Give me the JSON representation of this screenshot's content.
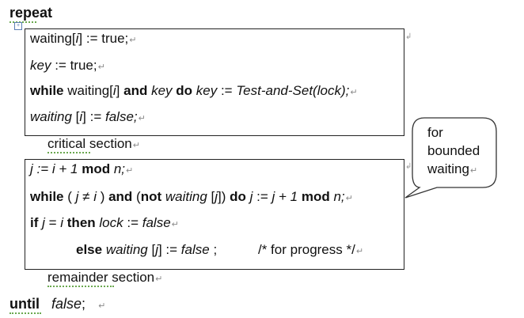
{
  "repeat_kw": "repeat",
  "box1": {
    "line1": {
      "a": "waiting[",
      "i": "i",
      "b": "] := true;"
    },
    "line2": {
      "key": "key",
      "b": " := true;"
    },
    "line3": {
      "while": "while",
      "waiting": " waiting[",
      "i": "i",
      "close": "] ",
      "and": "and",
      "key": " key ",
      "do": "do",
      "key2": " key",
      "assign": " := ",
      "tas": "Test-and-Set(lock);"
    },
    "line4": {
      "a": "waiting",
      "b": " [",
      "i": "i",
      "c": "] := ",
      "false": "false;"
    }
  },
  "critical": {
    "word": "critical",
    "rest": " section"
  },
  "box2": {
    "line1": {
      "j": "j",
      "assign": " := ",
      "i": "i",
      "plus": " + 1 ",
      "mod": "mod",
      "n": " n;"
    },
    "line2": {
      "while": "while",
      "open": " ( ",
      "j": "j",
      "neq": " ≠ ",
      "i": "i",
      "close": " ) ",
      "and": "and",
      "paren": " (",
      "not": "not",
      "waiting": " waiting",
      "br": " [",
      "j2": "j",
      "brc": "]) ",
      "do": "do",
      "j3": " j",
      "assign": " := ",
      "j4": "j",
      "plus": " + 1 ",
      "mod": "mod",
      "n": " n;"
    },
    "line3": {
      "if": "if",
      "j": " j",
      "eq": " = ",
      "i": "i",
      "then": " then",
      "lock": " lock",
      "assign": " := ",
      "false": "false"
    },
    "line4": {
      "else": "else",
      "waiting": " waiting",
      "br": " [",
      "j": "j",
      "rest": "] := ",
      "false": "false",
      "semi": " ;",
      "comment": "/* for progress */"
    }
  },
  "remainder": {
    "word": "remainder",
    "rest": " section"
  },
  "until": {
    "kw": "until",
    "false": "false",
    "semi": ";"
  },
  "callout": {
    "line1": "for",
    "line2": "bounded",
    "line3": "waiting"
  },
  "para_mark": "↵"
}
